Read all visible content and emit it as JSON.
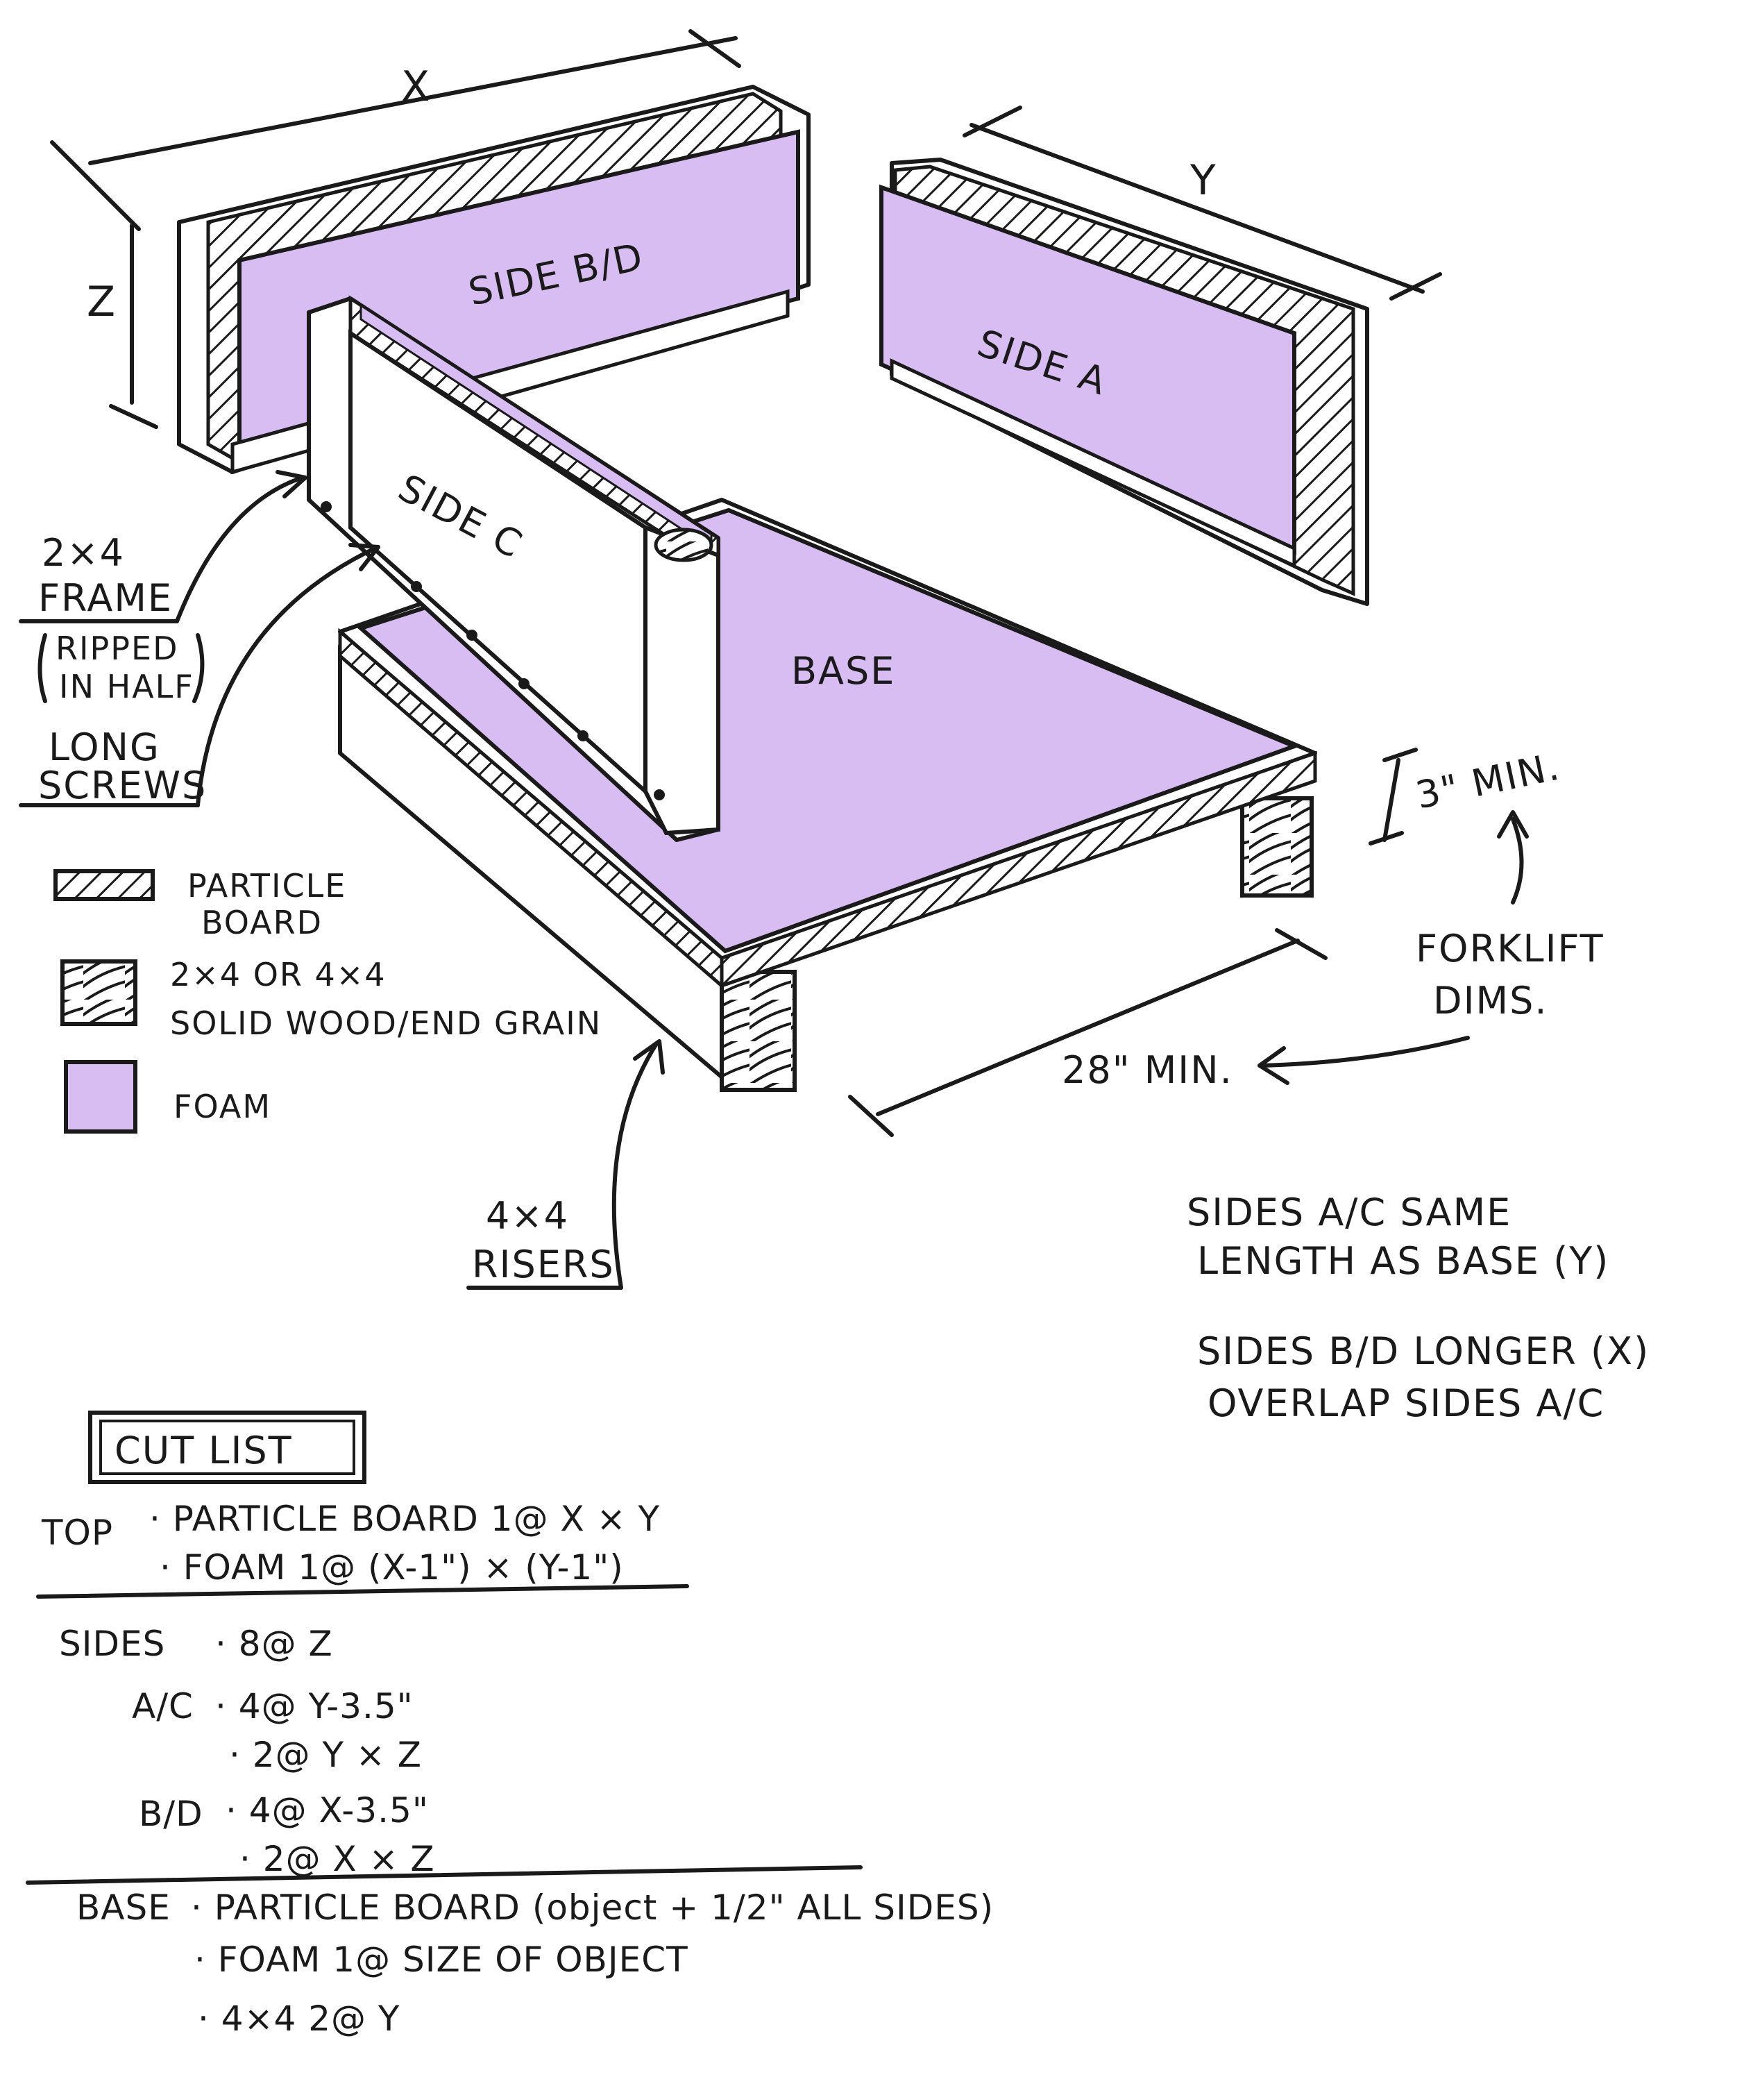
{
  "colors": {
    "foam": "#d8bdf2",
    "ink": "#1a1a1a",
    "paper": "#ffffff"
  },
  "diagram": {
    "dimensions": {
      "x": "X",
      "y": "Y",
      "z": "Z",
      "min_height": "3\" MIN.",
      "min_depth": "28\" MIN."
    },
    "parts": {
      "side_bd": "SIDE B/D",
      "side_a": "SIDE A",
      "side_c": "SIDE C",
      "base": "BASE"
    },
    "callouts": {
      "frame_line1": "2×4",
      "frame_line2": "FRAME",
      "frame_note1": "RIPPED",
      "frame_note2": "IN HALF",
      "screws_line1": "LONG",
      "screws_line2": "SCREWS",
      "forklift_line1": "FORKLIFT",
      "forklift_line2": "DIMS.",
      "risers_line1": "4×4",
      "risers_line2": "RISERS"
    },
    "legend": [
      {
        "pattern": "particle-board",
        "label_lines": [
          "PARTICLE",
          "BOARD"
        ]
      },
      {
        "pattern": "end-grain",
        "label_lines": [
          "2×4 OR 4×4",
          "SOLID WOOD/END GRAIN"
        ]
      },
      {
        "pattern": "foam",
        "label_lines": [
          "FOAM"
        ]
      }
    ],
    "notes": {
      "note1_line1": "SIDES A/C SAME",
      "note1_line2": "LENGTH AS BASE (Y)",
      "note2_line1": "SIDES B/D LONGER (X)",
      "note2_line2": "OVERLAP SIDES A/C"
    }
  },
  "cut_list": {
    "title": "CUT LIST",
    "top": {
      "label": "TOP",
      "items": [
        "· PARTICLE BOARD 1@ X × Y",
        "· FOAM 1@ (X-1\") × (Y-1\")"
      ]
    },
    "sides": {
      "label": "SIDES",
      "all": "· 8@ Z",
      "ac_label": "A/C",
      "ac_items": [
        "· 4@ Y-3.5\"",
        "· 2@ Y × Z"
      ],
      "bd_label": "B/D",
      "bd_items": [
        "· 4@ X-3.5\"",
        "· 2@ X × Z"
      ]
    },
    "base": {
      "label": "BASE",
      "items": [
        "· PARTICLE BOARD (object + 1/2\" ALL SIDES)",
        "· FOAM 1@ SIZE OF OBJECT",
        "· 4×4  2@ Y"
      ]
    }
  }
}
